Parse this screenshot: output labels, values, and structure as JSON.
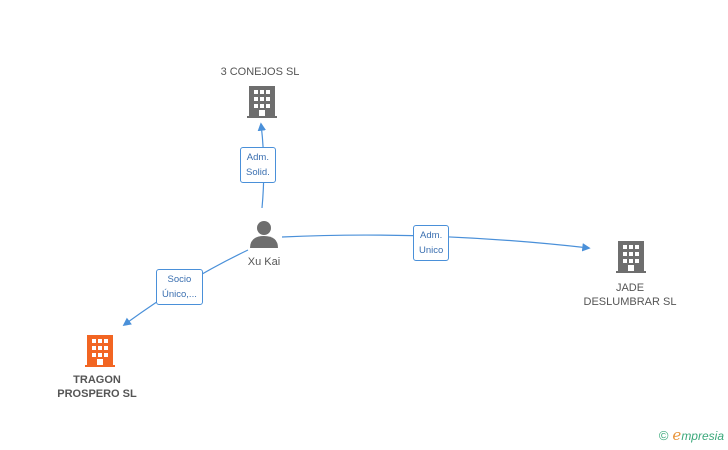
{
  "nodes": {
    "conejos": {
      "label": "3 CONEJOS SL",
      "type": "company"
    },
    "xukai": {
      "label": "Xu Kai",
      "type": "person"
    },
    "jade": {
      "label_line1": "JADE",
      "label_line2": "DESLUMBRAR SL",
      "type": "company"
    },
    "tragon": {
      "label_line1": "TRAGON",
      "label_line2": "PROSPERO SL",
      "type": "company-highlight"
    }
  },
  "edges": {
    "to_conejos": {
      "line1": "Adm.",
      "line2": "Solid."
    },
    "to_jade": {
      "line1": "Adm.",
      "line2": "Unico"
    },
    "to_tragon": {
      "line1": "Socio",
      "line2": "Único,..."
    }
  },
  "colors": {
    "company": "#6e6e6e",
    "highlight": "#f26522",
    "edge": "#4a90d9",
    "person": "#6e6e6e"
  },
  "footer": {
    "copyright": "©",
    "brand_initial": "e",
    "brand_rest": "mpresia"
  }
}
